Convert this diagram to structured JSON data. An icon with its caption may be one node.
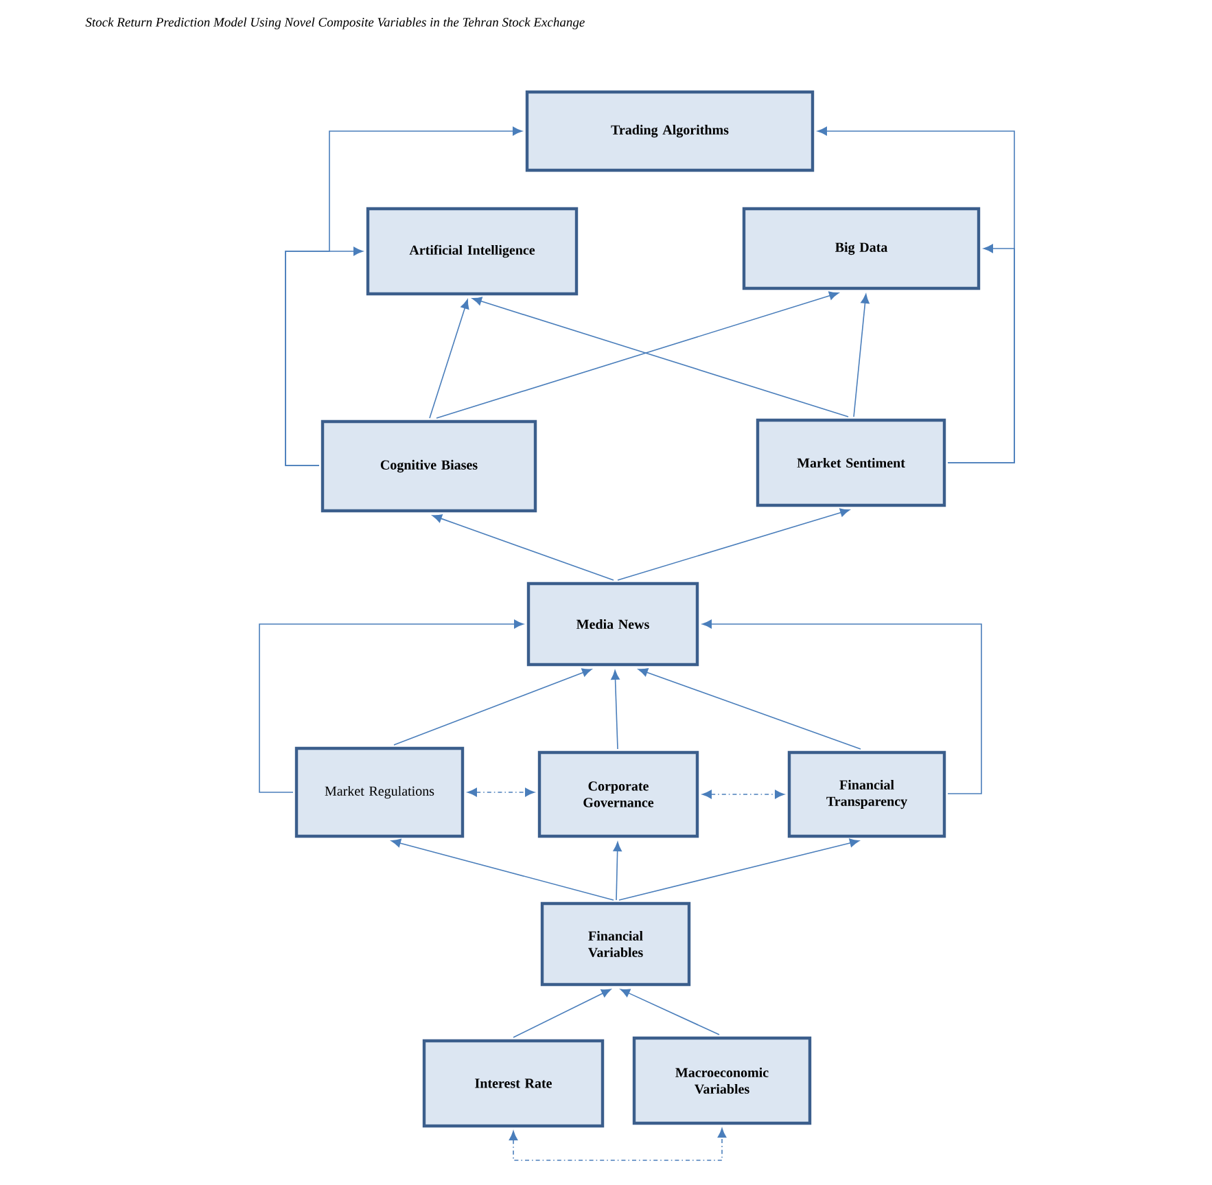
{
  "diagram": {
    "title": "Stock Return Prediction Model Using Novel Composite Variables in the Tehran Stock Exchange",
    "nodes": [
      {
        "text": [
          "Trading Algorithms"
        ]
      },
      {
        "text": [
          "Artificial Intelligence"
        ]
      },
      {
        "text": [
          "Big Data"
        ]
      },
      {
        "text": [
          "Cognitive Biases"
        ]
      },
      {
        "text": [
          "Market Sentiment"
        ]
      },
      {
        "text": [
          "Media News"
        ]
      },
      {
        "text": [
          "Market Regulations"
        ]
      },
      {
        "text": [
          "Corporate Governance"
        ]
      },
      {
        "text": [
          "Financial Transparency"
        ]
      },
      {
        "text": [
          "Financial Variables"
        ]
      },
      {
        "text": [
          "Interest Rate"
        ]
      },
      {
        "text": [
          "Macroeconomic Variables"
        ]
      }
    ],
    "edges": [
      {
        "from": 3,
        "to": 1,
        "arrow": "to"
      },
      {
        "from": 3,
        "to": 0,
        "arrow": "to"
      },
      {
        "from": 4,
        "to": 2,
        "arrow": "to"
      },
      {
        "from": 4,
        "to": 0,
        "arrow": "to"
      },
      {
        "from": 3,
        "to": 1,
        "arrow": "to"
      },
      {
        "from": 3,
        "to": 2,
        "arrow": "to"
      },
      {
        "from": 4,
        "to": 1,
        "arrow": "to"
      },
      {
        "from": 4,
        "to": 2,
        "arrow": "to"
      },
      {
        "from": 5,
        "to": 3,
        "arrow": "to"
      },
      {
        "from": 5,
        "to": 4,
        "arrow": "to"
      },
      {
        "from": 6,
        "to": 5,
        "arrow": "to"
      },
      {
        "from": 8,
        "to": 5,
        "arrow": "to"
      },
      {
        "from": 6,
        "to": 5,
        "arrow": "to"
      },
      {
        "from": 7,
        "to": 5,
        "arrow": "to"
      },
      {
        "from": 8,
        "to": 5,
        "arrow": "to"
      },
      {
        "from": 6,
        "to": 7,
        "arrow": "both",
        "style": "dashed"
      },
      {
        "from": 7,
        "to": 8,
        "arrow": "both",
        "style": "dashed"
      },
      {
        "from": 9,
        "to": 6,
        "arrow": "to"
      },
      {
        "from": 9,
        "to": 7,
        "arrow": "to"
      },
      {
        "from": 9,
        "to": 8,
        "arrow": "to"
      },
      {
        "from": 10,
        "to": 9,
        "arrow": "to"
      },
      {
        "from": 11,
        "to": 9,
        "arrow": "to"
      },
      {
        "from": 10,
        "to": 11,
        "arrow": "both",
        "style": "dashed"
      }
    ]
  }
}
